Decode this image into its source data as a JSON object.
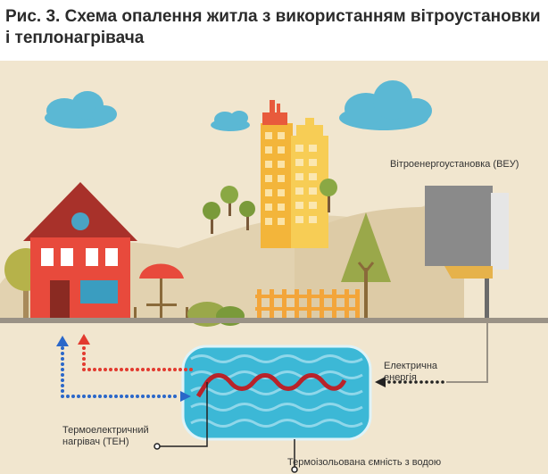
{
  "title": {
    "line1": "Рис. 3. Схема опалення житла з використанням вітроустановки",
    "line2": "і теплонагрівача"
  },
  "labels": {
    "wind_turbine": "Вітроенергоустановка (ВЕУ)",
    "electric_energy_line1": "Електрична",
    "electric_energy_line2": "енергія",
    "heater_line1": "Термоелектричний",
    "heater_line2": "нагрівач (ТЕН)",
    "tank": "Термоізольована ємність з водою"
  },
  "colors": {
    "background": "#f1e6cf",
    "hills": "#e2d2b0",
    "ground_line": "#9a9286",
    "house_red": "#e84a3c",
    "roof": "#a8312a",
    "building_orange": "#f3b53a",
    "building_yellow": "#f7cd55",
    "water": "#3cb8d6",
    "heater_coil": "#b8232a",
    "hot_arrow": "#e23a2f",
    "cold_arrow": "#2a67c9",
    "cloud": "#5bb8d4",
    "tree_green": "#7a9a3a",
    "fence": "#f3a53a"
  }
}
